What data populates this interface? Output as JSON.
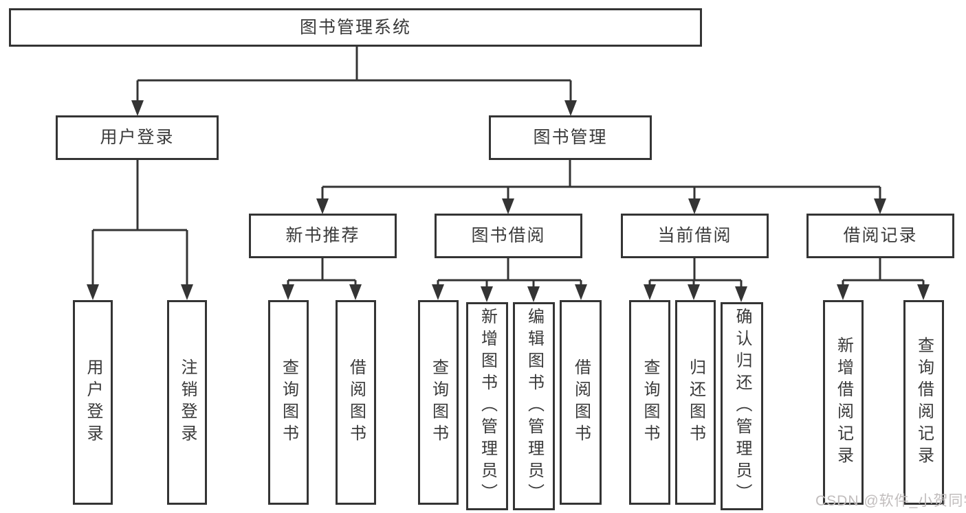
{
  "colors": {
    "line": "#343434",
    "text": "#3a3a3a",
    "watermark": "#c1bdbd",
    "background": "#ffffff"
  },
  "tree": {
    "root": {
      "label": "图书管理系统"
    },
    "branches": [
      {
        "label": "用户登录",
        "leaves": [
          "用户登录",
          "注销登录"
        ]
      },
      {
        "label": "图书管理",
        "groups": [
          {
            "label": "新书推荐",
            "leaves": [
              "查询图书",
              "借阅图书"
            ]
          },
          {
            "label": "图书借阅",
            "leaves": [
              "查询图书",
              "新增图书（管理员）",
              "编辑图书（管理员）",
              "借阅图书"
            ]
          },
          {
            "label": "当前借阅",
            "leaves": [
              "查询图书",
              "归还图书",
              "确认归还（管理员）"
            ]
          },
          {
            "label": "借阅记录",
            "leaves": [
              "新增借阅记录",
              "查询借阅记录"
            ]
          }
        ]
      }
    ]
  },
  "watermark": {
    "text": "CSDN @软件_小贺同学"
  }
}
